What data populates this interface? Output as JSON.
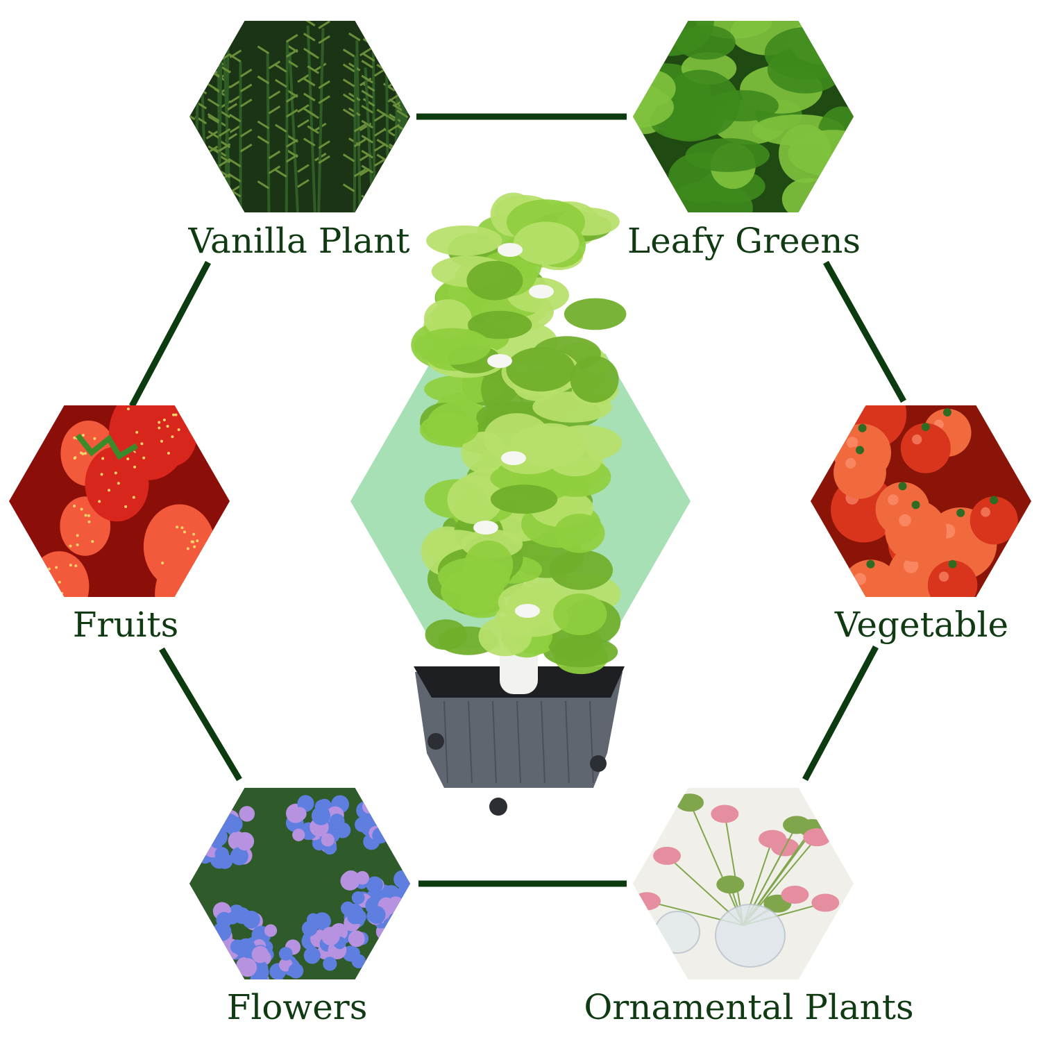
{
  "categories": [
    {
      "id": "vanilla",
      "label": "Vanilla Plant",
      "image_icon": "rosemary-herb-photo",
      "palette": [
        "#1b3416",
        "#2f5d25",
        "#6a8f3a"
      ]
    },
    {
      "id": "leafy",
      "label": "Leafy Greens",
      "image_icon": "lettuce-photo",
      "palette": [
        "#1f4a12",
        "#3e8a1d",
        "#7fc23e"
      ]
    },
    {
      "id": "fruits",
      "label": "Fruits",
      "image_icon": "strawberry-photo",
      "palette": [
        "#8c0e08",
        "#d8261c",
        "#f35a3c"
      ]
    },
    {
      "id": "vegetable",
      "label": "Vegetable",
      "image_icon": "tomato-photo",
      "palette": [
        "#8a1407",
        "#d9341c",
        "#f06a3e"
      ]
    },
    {
      "id": "flowers",
      "label": "Flowers",
      "image_icon": "hydrangea-photo",
      "palette": [
        "#2c4a8c",
        "#5f7fe0",
        "#b692e0"
      ]
    },
    {
      "id": "ornamental",
      "label": "Ornamental Plants",
      "image_icon": "caladium-houseplant-photo",
      "palette": [
        "#f1efea",
        "#e58ea0",
        "#7fa64a"
      ]
    }
  ],
  "center": {
    "image_icon": "vertical-hydroponic-tower-photo",
    "hex_color": "#a8e0b6",
    "leaf_colors": [
      "#6fae2a",
      "#8fcf3e",
      "#b7e06a"
    ],
    "tub_color": "#5f6670"
  },
  "colors": {
    "connector": "#0d3b10",
    "label": "#0f3a12"
  }
}
